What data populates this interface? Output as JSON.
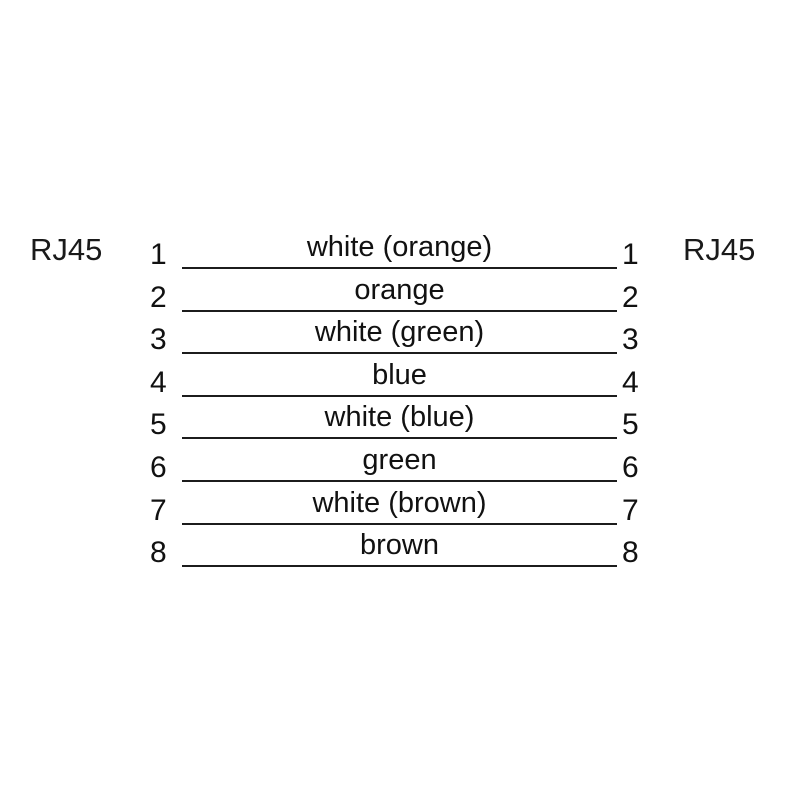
{
  "diagram": {
    "left_connector": {
      "label": "RJ45"
    },
    "right_connector": {
      "label": "RJ45"
    },
    "wires": [
      {
        "left_pin": "1",
        "right_pin": "1",
        "label": "white (orange)"
      },
      {
        "left_pin": "2",
        "right_pin": "2",
        "label": "orange"
      },
      {
        "left_pin": "3",
        "right_pin": "3",
        "label": "white (green)"
      },
      {
        "left_pin": "4",
        "right_pin": "4",
        "label": "blue"
      },
      {
        "left_pin": "5",
        "right_pin": "5",
        "label": "white (blue)"
      },
      {
        "left_pin": "6",
        "right_pin": "6",
        "label": "green"
      },
      {
        "left_pin": "7",
        "right_pin": "7",
        "label": "white (brown)"
      },
      {
        "left_pin": "8",
        "right_pin": "8",
        "label": "brown"
      }
    ],
    "colors": {
      "line": "#1c1c1c",
      "text": "#111111",
      "background": "#ffffff"
    }
  }
}
